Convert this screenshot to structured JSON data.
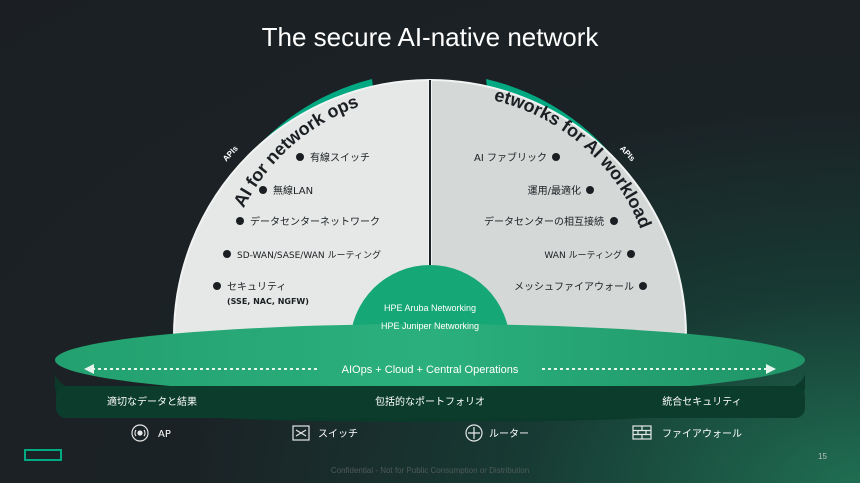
{
  "title": "The secure AI-native network",
  "colors": {
    "accent": "#01a982",
    "band_green": "#1f9a6e",
    "band_dark": "#0b3a2a",
    "dome_left": "#dfe2e1",
    "dome_right": "#cfd3d2"
  },
  "left": {
    "arc_title": "AI for network ops",
    "apis_label": "APIs",
    "items": [
      {
        "label": "有線スイッチ"
      },
      {
        "label": "無線LAN"
      },
      {
        "label": "データセンターネットワーク"
      },
      {
        "label": "SD-WAN/SASE/WAN ルーティング"
      },
      {
        "label": "セキュリティ",
        "sublabel": "(SSE, NAC, NGFW)"
      }
    ]
  },
  "right": {
    "arc_title": "Networks for AI workloads",
    "apis_label": "APIs",
    "items": [
      {
        "label": "AI ファブリック"
      },
      {
        "label": "運用/最適化"
      },
      {
        "label": "データセンターの相互接続"
      },
      {
        "label": "WAN ルーティング"
      },
      {
        "label": "メッシュファイアウォール"
      }
    ]
  },
  "center": {
    "line1": "HPE Aruba Networking",
    "line2": "HPE Juniper Networking"
  },
  "band": {
    "ops_label": "AIOps + Cloud + Central Operations",
    "pillars": [
      "適切なデータと結果",
      "包括的なポートフォリオ",
      "統合セキュリティ"
    ]
  },
  "devices": [
    {
      "label": "AP",
      "icon": "access-point-icon"
    },
    {
      "label": "スイッチ",
      "icon": "switch-icon"
    },
    {
      "label": "ルーター",
      "icon": "router-icon"
    },
    {
      "label": "ファイアウォール",
      "icon": "firewall-icon"
    }
  ],
  "page_number": "15",
  "footer": "Confidential - Not for Public Consumption or Distribution"
}
